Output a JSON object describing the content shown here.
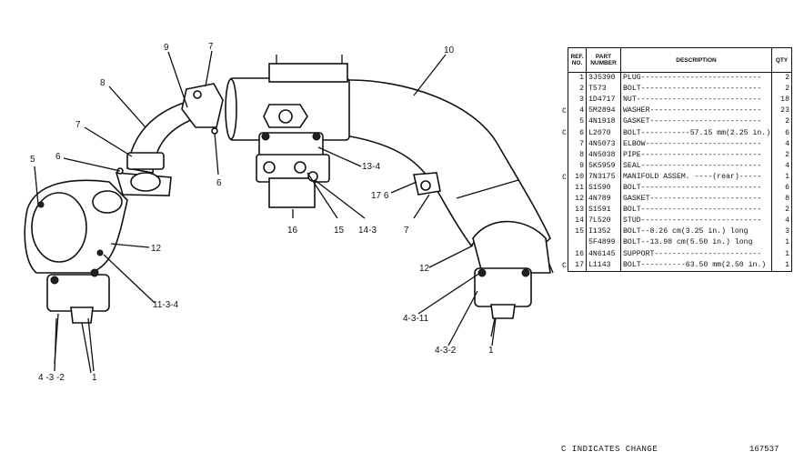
{
  "callouts": [
    {
      "id": "c9",
      "text": "9"
    },
    {
      "id": "c7a",
      "text": "7"
    },
    {
      "id": "c10",
      "text": "10"
    },
    {
      "id": "c8",
      "text": "8"
    },
    {
      "id": "c7b",
      "text": "7"
    },
    {
      "id": "c6a",
      "text": "6"
    },
    {
      "id": "c6b",
      "text": "6"
    },
    {
      "id": "c5",
      "text": "5"
    },
    {
      "id": "c13-4",
      "text": "13-4"
    },
    {
      "id": "c17-6",
      "text": "17 6"
    },
    {
      "id": "c7c",
      "text": "7"
    },
    {
      "id": "c16",
      "text": "16"
    },
    {
      "id": "c15",
      "text": "15"
    },
    {
      "id": "c14-3",
      "text": "14-3"
    },
    {
      "id": "c12a",
      "text": "12"
    },
    {
      "id": "c11-3-4",
      "text": "11-3-4"
    },
    {
      "id": "c12b",
      "text": "12"
    },
    {
      "id": "c4-3-11",
      "text": "4-3-11"
    },
    {
      "id": "c4-3-2a",
      "text": "4-3-2"
    },
    {
      "id": "c1a",
      "text": "1"
    },
    {
      "id": "c4-3-2b",
      "text": "4 -3 -2"
    },
    {
      "id": "c1b",
      "text": "1"
    }
  ],
  "table": {
    "headers": {
      "ref": "REF. NO.",
      "part": "PART NUMBER",
      "desc": "DESCRIPTION",
      "qty": "QTY"
    },
    "rows": [
      {
        "change": "",
        "ref": "1",
        "part": "3J5390",
        "desc": "PLUG---------------------------",
        "qty": "2"
      },
      {
        "change": "",
        "ref": "2",
        "part": "T573",
        "desc": "BOLT---------------------------",
        "qty": "2"
      },
      {
        "change": "",
        "ref": "3",
        "part": "1D4717",
        "desc": "NUT----------------------------",
        "qty": "18"
      },
      {
        "change": "C",
        "ref": "4",
        "part": "5M2894",
        "desc": "WASHER-------------------------",
        "qty": "23"
      },
      {
        "change": "",
        "ref": "5",
        "part": "4N1918",
        "desc": "GASKET-------------------------",
        "qty": "2"
      },
      {
        "change": "C",
        "ref": "6",
        "part": "L2070",
        "desc": "BOLT-----------57.15 mm(2.25 in.)",
        "qty": "6"
      },
      {
        "change": "",
        "ref": "7",
        "part": "4N5073",
        "desc": "ELBOW--------------------------",
        "qty": "4"
      },
      {
        "change": "",
        "ref": "8",
        "part": "4N5038",
        "desc": "PIPE---------------------------",
        "qty": "2"
      },
      {
        "change": "",
        "ref": "9",
        "part": "5K5959",
        "desc": "SEAL---------------------------",
        "qty": "4"
      },
      {
        "change": "C",
        "ref": "10",
        "part": "7N3175",
        "desc": "MANIFOLD ASSEM. ----(rear)-----",
        "qty": "1"
      },
      {
        "change": "",
        "ref": "11",
        "part": "S1590",
        "desc": "BOLT---------------------------",
        "qty": "6"
      },
      {
        "change": "",
        "ref": "12",
        "part": "4N789",
        "desc": "GASKET-------------------------",
        "qty": "8"
      },
      {
        "change": "",
        "ref": "13",
        "part": "S1591",
        "desc": "BOLT---------------------------",
        "qty": "2"
      },
      {
        "change": "",
        "ref": "14",
        "part": "7L520",
        "desc": "STUD---------------------------",
        "qty": "4"
      },
      {
        "change": "",
        "ref": "15",
        "part": "I1352",
        "desc": "BOLT--8.26 cm(3.25 in.) long",
        "qty": "3"
      },
      {
        "change": "",
        "ref": "",
        "part": "5F4899",
        "desc": "BOLT--13.98 cm(5.50 in.) long",
        "qty": "1"
      },
      {
        "change": "",
        "ref": "16",
        "part": "4N6145",
        "desc": "SUPPORT------------------------",
        "qty": "1"
      },
      {
        "change": "C",
        "ref": "17",
        "part": "L1143",
        "desc": "BOLT----------63.50 mm(2.50 in.)",
        "qty": "1"
      }
    ]
  },
  "footer": {
    "change_note": "C INDICATES CHANGE",
    "illustration_number": "167537"
  }
}
